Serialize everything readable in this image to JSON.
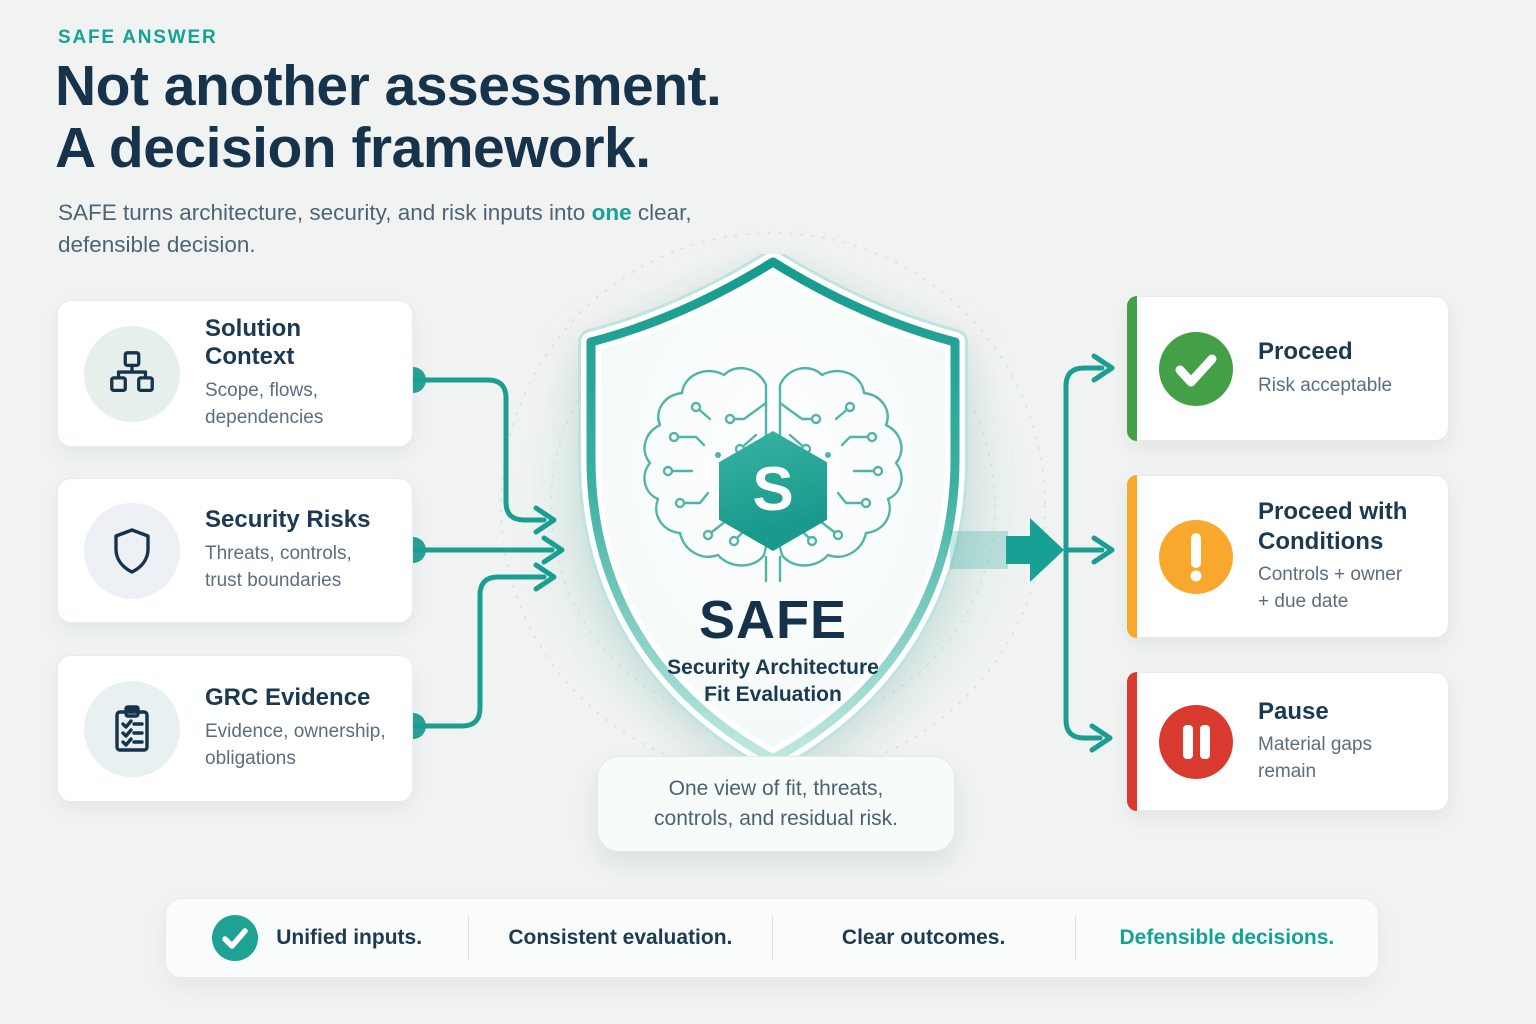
{
  "colors": {
    "background": "#f1f3f2",
    "teal_accent": "#14a294",
    "navy_text": "#17334c",
    "muted_text": "#5b6e80",
    "green": "#43a047",
    "amber": "#f8a82c",
    "red": "#d83a30"
  },
  "header": {
    "eyebrow": "SAFE ANSWER",
    "title": "Not another assessment.\nA decision framework.",
    "subtitle_before": "SAFE turns architecture, security, and risk inputs into",
    "subtitle_highlight": "one",
    "subtitle_after": "clear,\ndefensible decision."
  },
  "inputs": [
    {
      "icon": "hierarchy-icon",
      "title": "Solution Context",
      "desc": "Scope, flows,\ndependencies"
    },
    {
      "icon": "shield-outline-icon",
      "title": "Security Risks",
      "desc": "Threats, controls,\ntrust boundaries"
    },
    {
      "icon": "clipboard-checklist-icon",
      "title": "GRC Evidence",
      "desc": "Evidence, ownership,\nobligations"
    }
  ],
  "center": {
    "logo_letter": "S",
    "name": "SAFE",
    "tagline": "Security Architecture\nFit Evaluation",
    "summary": "One view of fit, threats,\ncontrols, and residual risk."
  },
  "outcomes": [
    {
      "icon": "check-icon",
      "title": "Proceed",
      "desc": "Risk acceptable",
      "accent": "#43a047"
    },
    {
      "icon": "exclamation-icon",
      "title": "Proceed with\nConditions",
      "desc": "Controls + owner\n+ due date",
      "accent": "#f8a82c"
    },
    {
      "icon": "pause-icon",
      "title": "Pause",
      "desc": "Material gaps\nremain",
      "accent": "#d83a30"
    }
  ],
  "footer": {
    "items": [
      "Unified inputs.",
      "Consistent evaluation.",
      "Clear outcomes.",
      "Defensible decisions."
    ]
  }
}
